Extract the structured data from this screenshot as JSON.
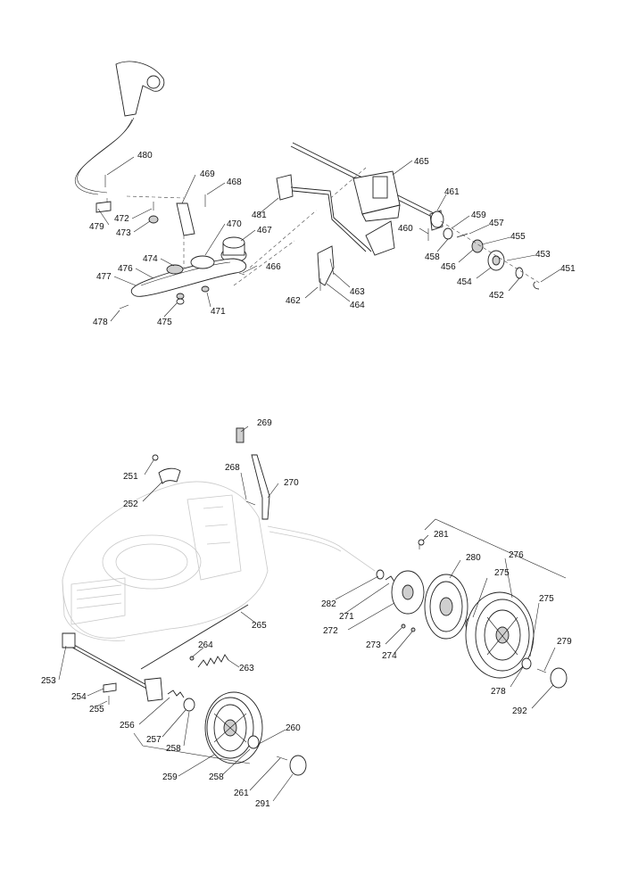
{
  "diagram": {
    "type": "exploded-parts-diagram",
    "upper_group_labels": [
      "480",
      "469",
      "468",
      "479",
      "472",
      "473",
      "470",
      "467",
      "474",
      "476",
      "477",
      "466",
      "478",
      "475",
      "471",
      "465",
      "481",
      "461",
      "459",
      "460",
      "457",
      "458",
      "455",
      "456",
      "453",
      "454",
      "451",
      "452",
      "463",
      "462",
      "464"
    ],
    "lower_group_labels": [
      "269",
      "251",
      "268",
      "270",
      "252",
      "281",
      "276",
      "280",
      "275",
      "282",
      "275",
      "271",
      "279",
      "265",
      "272",
      "273",
      "274",
      "264",
      "263",
      "278",
      "292",
      "253",
      "254",
      "255",
      "256",
      "257",
      "260",
      "258",
      "259",
      "258",
      "261",
      "291"
    ],
    "labels": {
      "l480": "480",
      "l469": "469",
      "l468": "468",
      "l479": "479",
      "l472": "472",
      "l473": "473",
      "l470": "470",
      "l467": "467",
      "l474": "474",
      "l476": "476",
      "l477": "477",
      "l466": "466",
      "l478": "478",
      "l475": "475",
      "l471": "471",
      "l465": "465",
      "l481": "481",
      "l461": "461",
      "l459": "459",
      "l460": "460",
      "l457": "457",
      "l458": "458",
      "l455": "455",
      "l456": "456",
      "l453": "453",
      "l454": "454",
      "l451": "451",
      "l452": "452",
      "l463": "463",
      "l462": "462",
      "l464": "464",
      "l269": "269",
      "l251": "251",
      "l268": "268",
      "l270": "270",
      "l252": "252",
      "l281": "281",
      "l276": "276",
      "l280": "280",
      "l275a": "275",
      "l282": "282",
      "l275b": "275",
      "l271": "271",
      "l279": "279",
      "l265": "265",
      "l272": "272",
      "l273": "273",
      "l274": "274",
      "l264": "264",
      "l263": "263",
      "l278": "278",
      "l292": "292",
      "l253": "253",
      "l254": "254",
      "l255": "255",
      "l256": "256",
      "l257": "257",
      "l260": "260",
      "l258a": "258",
      "l259": "259",
      "l258b": "258",
      "l261": "261",
      "l291": "291"
    }
  }
}
